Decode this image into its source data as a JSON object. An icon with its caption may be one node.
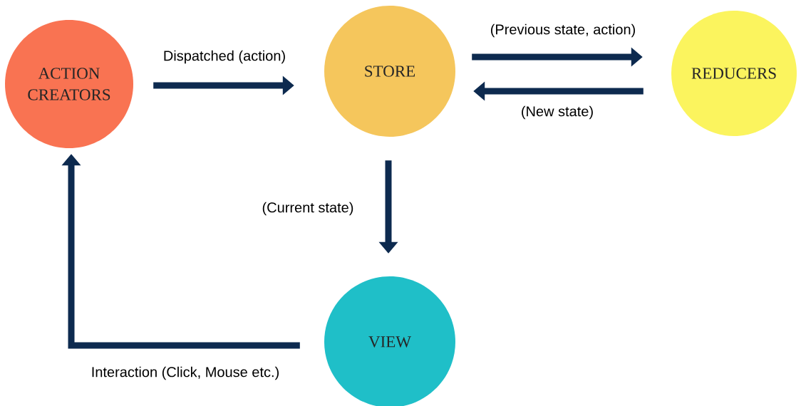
{
  "diagram": {
    "nodes": [
      {
        "text": [
          "ACTION CREATORS"
        ]
      },
      {
        "text": [
          "STORE"
        ]
      },
      {
        "text": [
          "REDUCERS"
        ]
      },
      {
        "text": [
          "VIEW"
        ]
      }
    ],
    "edges": [
      {
        "from": 0,
        "to": 1,
        "arrow": "to",
        "label": "Dispatched (action)"
      },
      {
        "from": 1,
        "to": 2,
        "arrow": "to",
        "label": "(Previous state, action)"
      },
      {
        "from": 2,
        "to": 1,
        "arrow": "to",
        "label": "(New state)"
      },
      {
        "from": 1,
        "to": 3,
        "arrow": "to",
        "label": "(Current state)"
      },
      {
        "from": 3,
        "to": 0,
        "arrow": "to",
        "label": "Interaction (Click, Mouse etc.)"
      }
    ]
  }
}
